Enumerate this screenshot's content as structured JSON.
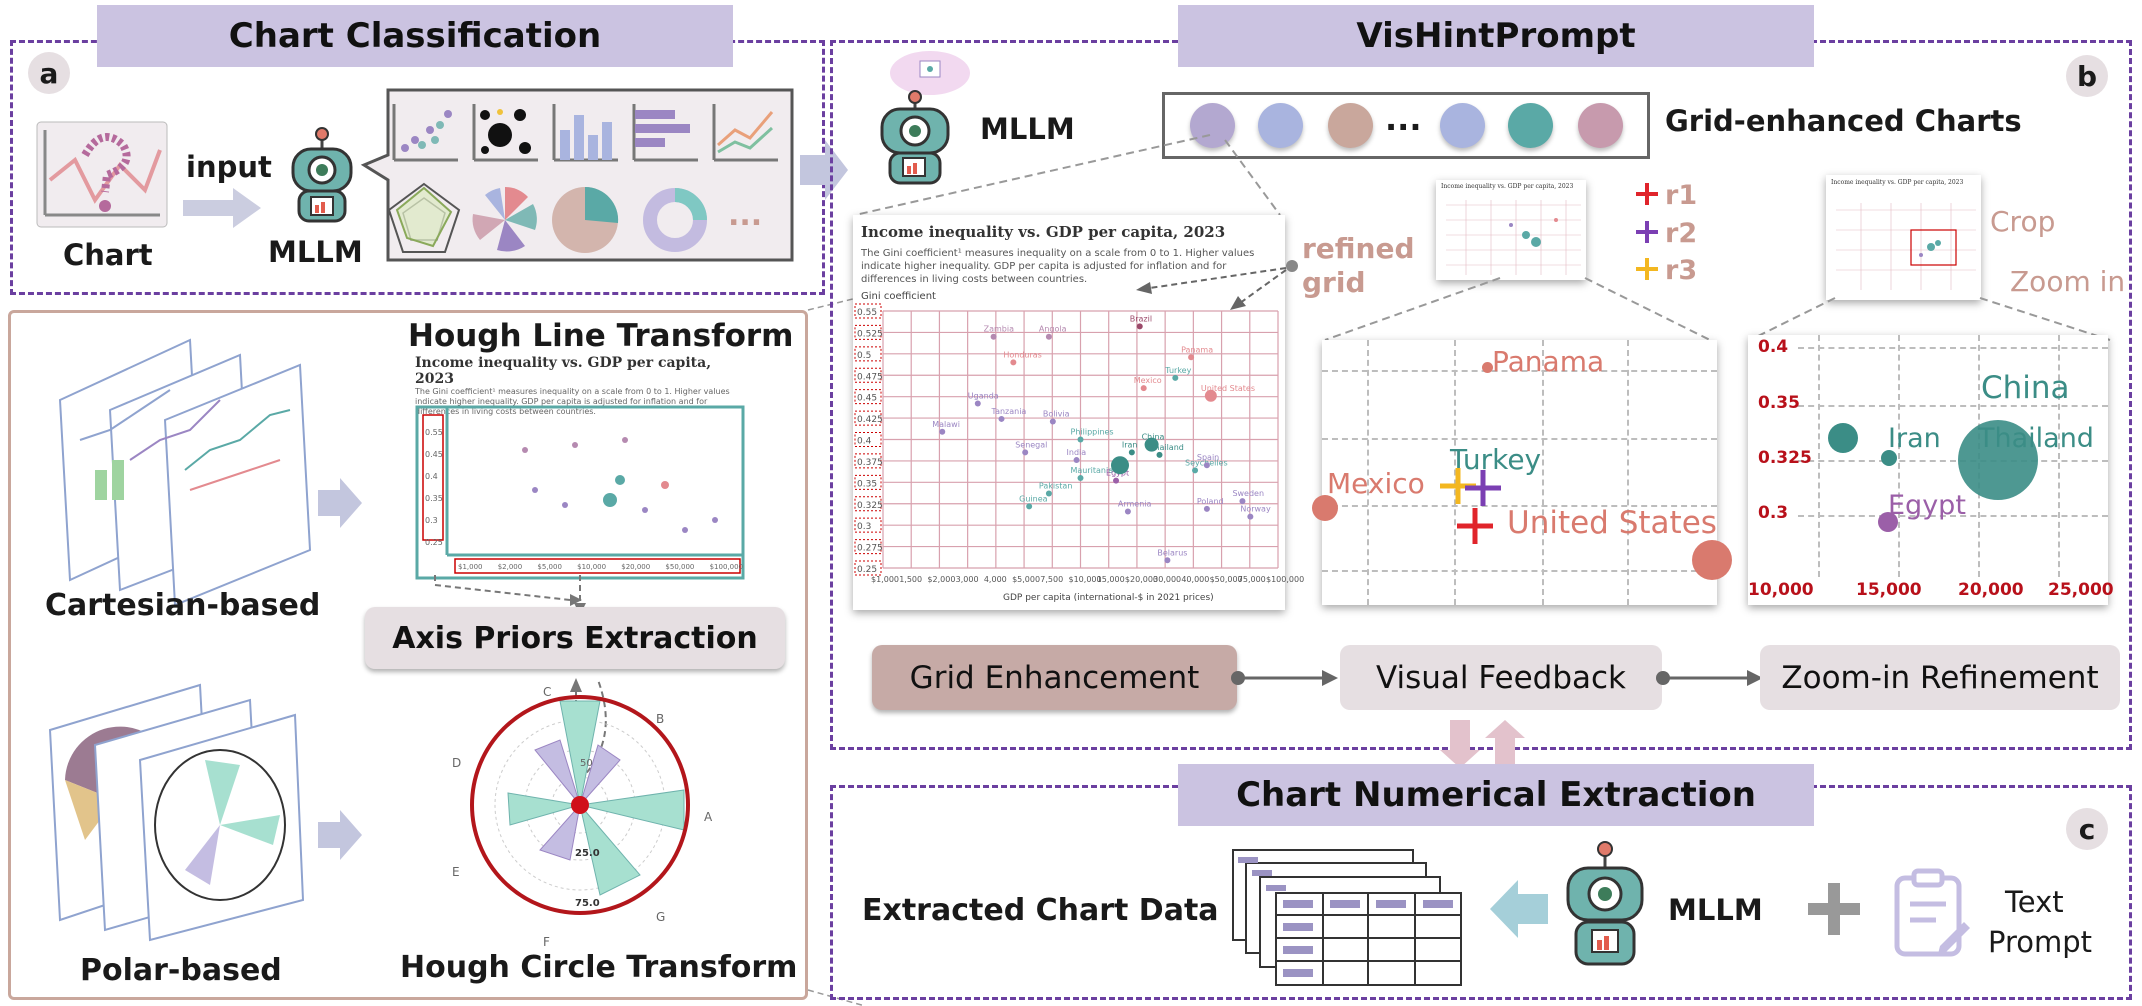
{
  "titles": {
    "chart_classification": "Chart Classification",
    "vishintprompt": "VisHintPrompt",
    "chart_numerical_extraction": "Chart Numerical Extraction"
  },
  "badges": {
    "a": "a",
    "b": "b",
    "c": "c"
  },
  "panel_a": {
    "chart_label": "Chart",
    "input_label": "input",
    "mllm_label": "MLLM",
    "more": "..."
  },
  "panel_left": {
    "hough_line": "Hough Line Transform",
    "axis_priors": "Axis Priors Extraction",
    "hough_circle": "Hough Circle Transform",
    "cartesian": "Cartesian-based",
    "polar": "Polar-based",
    "mini_title": "Income inequality vs. GDP per capita, 2023",
    "mini_sub": "The Gini coefficient¹ measures inequality on a scale from 0 to 1. Higher values indicate higher inequality. GDP per capita is adjusted for inflation and for differences in living costs between countries.",
    "mini_y_ticks": [
      "0.55",
      "0.45",
      "0.4",
      "0.35",
      "0.3",
      "0.25"
    ],
    "mini_x_ticks": [
      "$1,000",
      "$2,000",
      "$5,000",
      "$10,000",
      "$20,000",
      "$50,000",
      "$100,000"
    ],
    "polar_letters": [
      "A",
      "B",
      "C",
      "D",
      "E",
      "F",
      "G"
    ],
    "polar_ticks": [
      "50",
      "25.0",
      "75.0"
    ]
  },
  "panel_b": {
    "mllm_label": "MLLM",
    "ellipsis": "...",
    "grid_enhanced": "Grid-enhanced Charts",
    "refined": "refined",
    "grid": "grid",
    "legend": [
      "r1",
      "r2",
      "r3"
    ],
    "legend_colors": [
      "#e0242b",
      "#7b3fb3",
      "#f3b720"
    ],
    "crop": "Crop",
    "zoom_in": "Zoom in",
    "chart_title": "Income inequality vs. GDP per capita, 2023",
    "chart_subtitle": "The Gini coefficient¹ measures inequality on a scale from 0 to 1. Higher values indicate higher inequality. GDP per capita is adjusted for inflation and for differences in living costs between countries.",
    "y_axis_label": "Gini coefficient",
    "x_axis_label": "GDP per capita (international-$ in 2021 prices)",
    "y_ticks": [
      "0.55",
      "0.525",
      "0.5",
      "0.475",
      "0.45",
      "0.425",
      "0.4",
      "0.375",
      "0.35",
      "0.325",
      "0.3",
      "0.275",
      "0.25"
    ],
    "x_ticks": [
      "$1,000",
      "1,500",
      "$2,000",
      "3,000",
      "4,000",
      "$5,000",
      "7,500",
      "$10,000",
      "15,000",
      "$20,000",
      "30,000",
      "40,000",
      "$50,000",
      "75,000",
      "$100,000"
    ],
    "countries": [
      "Zambia",
      "Angola",
      "Brazil",
      "Honduras",
      "Panama",
      "Turkey",
      "Mexico",
      "United States",
      "Uganda",
      "Tanzania",
      "Bolivia",
      "Malawi",
      "Philippines",
      "China",
      "Iran",
      "Thailand",
      "Senegal",
      "India",
      "Seychelles",
      "Mauritania",
      "Egypt",
      "Spain",
      "Pakistan",
      "Guinea",
      "Armenia",
      "Sweden",
      "Poland",
      "Norway",
      "Belarus"
    ],
    "feedback_labels": {
      "panama": "Panama",
      "turkey": "Turkey",
      "mexico": "Mexico",
      "us": "United States"
    },
    "zoom_labels": {
      "china": "China",
      "iran": "Iran",
      "thailand": "Thailand",
      "egypt": "Egypt"
    },
    "zoom_y_ticks": [
      "0.4",
      "0.35",
      "0.325",
      "0.3"
    ],
    "zoom_x_ticks": [
      "10,000",
      "15,000",
      "20,000",
      "25,000"
    ],
    "steps": [
      "Grid Enhancement",
      "Visual Feedback",
      "Zoom-in Refinement"
    ],
    "circle_colors": [
      "#b3a8d0",
      "#a9b4df",
      "#c9a79c",
      "#a9b4df",
      "#5aa9a6",
      "#c79aad"
    ]
  },
  "panel_c": {
    "extracted": "Extracted Chart Data",
    "mllm_label": "MLLM",
    "text_prompt_1": "Text",
    "text_prompt_2": "Prompt"
  }
}
